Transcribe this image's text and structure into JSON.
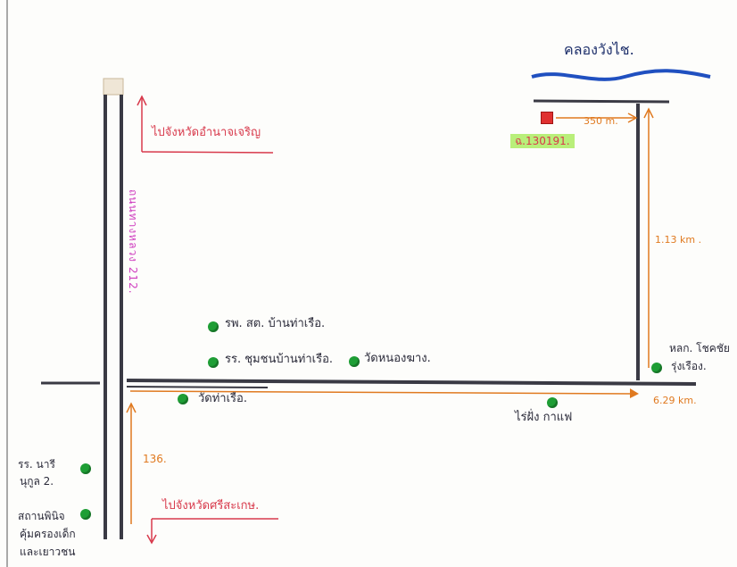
{
  "title_label": "",
  "roads": {
    "highway_212": "ถนนทางหลวง 212.",
    "road_136": "136."
  },
  "directions": {
    "to_amnat": "ไปจังหวัดอำนาจเจริญ",
    "to_sisaket": "ไปจังหวัดศรีสะเกษ."
  },
  "river": {
    "name": "คลองวังไช."
  },
  "checkpoint": {
    "code": "ฉ.130191."
  },
  "distances": {
    "top_branch": "350 m.",
    "vertical": "1.13 km .",
    "horizontal": "6.29 km."
  },
  "landmarks": [
    {
      "id": "health-station",
      "text": "รพ. สต. บ้านท่าเรือ."
    },
    {
      "id": "community-school",
      "text": "รร. ชุมชนบ้านท่าเรือ."
    },
    {
      "id": "wat-nong",
      "text": "วัดหนองฆาง."
    },
    {
      "id": "wat-tha-ruea",
      "text": "วัดท่าเรือ."
    },
    {
      "id": "coffee-shop",
      "text": "ไร่ฝั่ง กาแฟ"
    },
    {
      "id": "intersection",
      "text": "หลก. โชคชัย",
      "text2": "รุ่งเรือง."
    },
    {
      "id": "school-left",
      "text": "รร. นารี",
      "text2": "นุกูล 2."
    },
    {
      "id": "childcare",
      "text": "สถานพินิจ",
      "text2": "คุ้มครองเด็ก",
      "text3": "และเยาวชน"
    }
  ],
  "colors": {
    "road": "#3a3a44",
    "river": "#2050c0",
    "arrow_red": "#d83a4c",
    "arrow_orange": "#e07a20",
    "marker_green": "#1e9e35",
    "highway_label": "#d040c0"
  }
}
